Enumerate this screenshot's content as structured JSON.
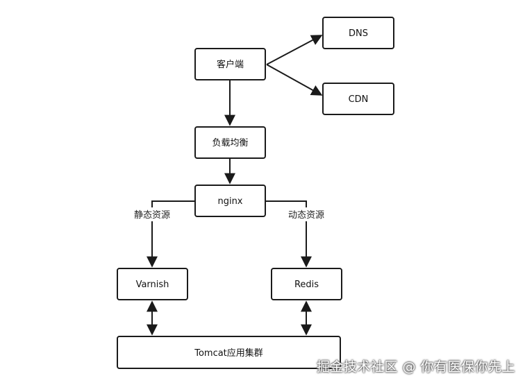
{
  "nodes": {
    "client": "客户端",
    "dns": "DNS",
    "cdn": "CDN",
    "load_balancer": "负载均衡",
    "nginx": "nginx",
    "varnish": "Varnish",
    "redis": "Redis",
    "tomcat": "Tomcat应用集群"
  },
  "edge_labels": {
    "static": "静态资源",
    "dynamic": "动态资源"
  },
  "watermark": "掘金技术社区 @ 你有医保你先上",
  "colors": {
    "stroke": "#1a1a1a",
    "background": "#ffffff"
  }
}
